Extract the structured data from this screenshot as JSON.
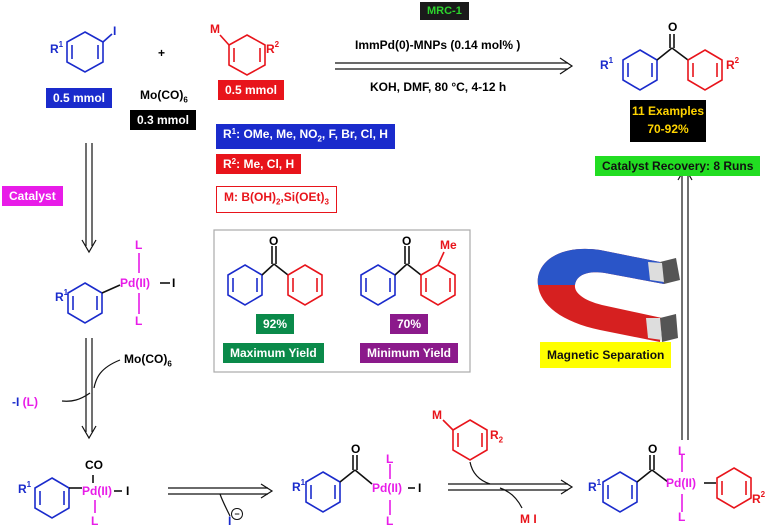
{
  "reaction": {
    "catalyst_code": "MRC-1",
    "catalyst": "ImmPd(0)-MNPs (0.14 mol% )",
    "conditions": "KOH, DMF, 80 °C, 4-12 h",
    "reagent_co": "Mo(CO)6",
    "plus": "+",
    "aryl_iodide_amount": "0.5 mmol",
    "co_amount": "0.3 mmol",
    "organometal_amount": "0.5 mmol"
  },
  "substituents": {
    "r1": "R1: OMe, Me, NO2, F, Br, Cl, H",
    "r2": "R2: Me, Cl, H",
    "m": "M: B(OH)2,Si(OEt)3"
  },
  "results": {
    "examples": "11 Examples",
    "yield_range": "70-92%",
    "recovery": "Catalyst Recovery: 8 Runs",
    "max_yield": "92%",
    "max_label": "Maximum Yield",
    "min_yield": "70%",
    "min_label": "Minimum Yield",
    "methyl_label": "Me"
  },
  "cycle": {
    "catalyst_label": "Catalyst",
    "leaving_ligand": "-I (L)",
    "co_reagent": "Mo(CO)6",
    "iodide": "I",
    "byproduct": "M I",
    "magnetic_separation": "Magnetic Separation",
    "pd": "Pd(II)",
    "ligand": "L",
    "co": "CO"
  },
  "colors": {
    "blue": "#1a2bcc",
    "red": "#e8141b",
    "magenta": "#e81ce8",
    "green": "#0a8a4a",
    "purple": "#8b1a8b",
    "bright_green": "#22dd22",
    "yellow": "#ffff00"
  }
}
